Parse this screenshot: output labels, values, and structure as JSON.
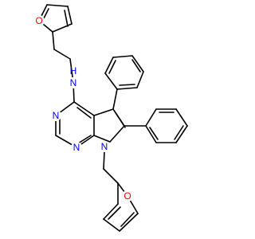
{
  "molecule": {
    "atoms": [
      {
        "id": "o-top",
        "label": "O",
        "color": "#ff0000"
      },
      {
        "id": "n-amine",
        "label": "N",
        "color": "#0000ff"
      },
      {
        "id": "h-amine",
        "label": "H",
        "color": "#0000ff"
      },
      {
        "id": "n-pyr-3",
        "label": "N",
        "color": "#0000ff"
      },
      {
        "id": "n-pyr-1",
        "label": "N",
        "color": "#0000ff"
      },
      {
        "id": "n-pyrrole",
        "label": "N",
        "color": "#0000ff"
      },
      {
        "id": "o-bottom",
        "label": "O",
        "color": "#ff0000"
      }
    ],
    "bond_color": "#000000"
  }
}
